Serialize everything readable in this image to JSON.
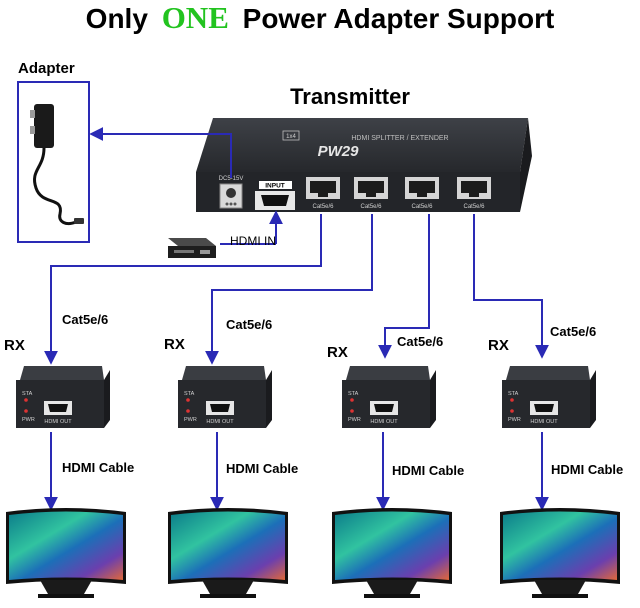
{
  "title": {
    "prefix": "Only",
    "highlight": "ONE",
    "suffix": "Power Adapter Support"
  },
  "adapter": {
    "label": "Adapter"
  },
  "transmitter": {
    "label": "Transmitter",
    "model": "PW29",
    "silk": "HDMI SPLITTER / EXTENDER",
    "badge": "1x4",
    "dc_label": "DC5-15V",
    "input_label": "INPUT",
    "port_labels": [
      "Cat5e/6",
      "Cat5e/6",
      "Cat5e/6",
      "Cat5e/6"
    ]
  },
  "hdmi_in": {
    "label": "HDMI IN"
  },
  "receivers": [
    {
      "label": "RX",
      "cable": "Cat5e/6",
      "sta": "STA",
      "pwr": "PWR",
      "out": "HDMI OUT",
      "hdmi_cable": "HDMI Cable"
    },
    {
      "label": "RX",
      "cable": "Cat5e/6",
      "sta": "STA",
      "pwr": "PWR",
      "out": "HDMI OUT",
      "hdmi_cable": "HDMI Cable"
    },
    {
      "label": "RX",
      "cable": "Cat5e/6",
      "sta": "STA",
      "pwr": "PWR",
      "out": "HDMI OUT",
      "hdmi_cable": "HDMI Cable"
    },
    {
      "label": "RX",
      "cable": "Cat5e/6",
      "sta": "STA",
      "pwr": "PWR",
      "out": "HDMI OUT",
      "hdmi_cable": "HDMI Cable"
    }
  ],
  "colors": {
    "title": "#000000",
    "highlight": "#22c31f",
    "wire": "#2a2ab5",
    "device": "#2b2d31",
    "box": "#2a2ab5"
  }
}
